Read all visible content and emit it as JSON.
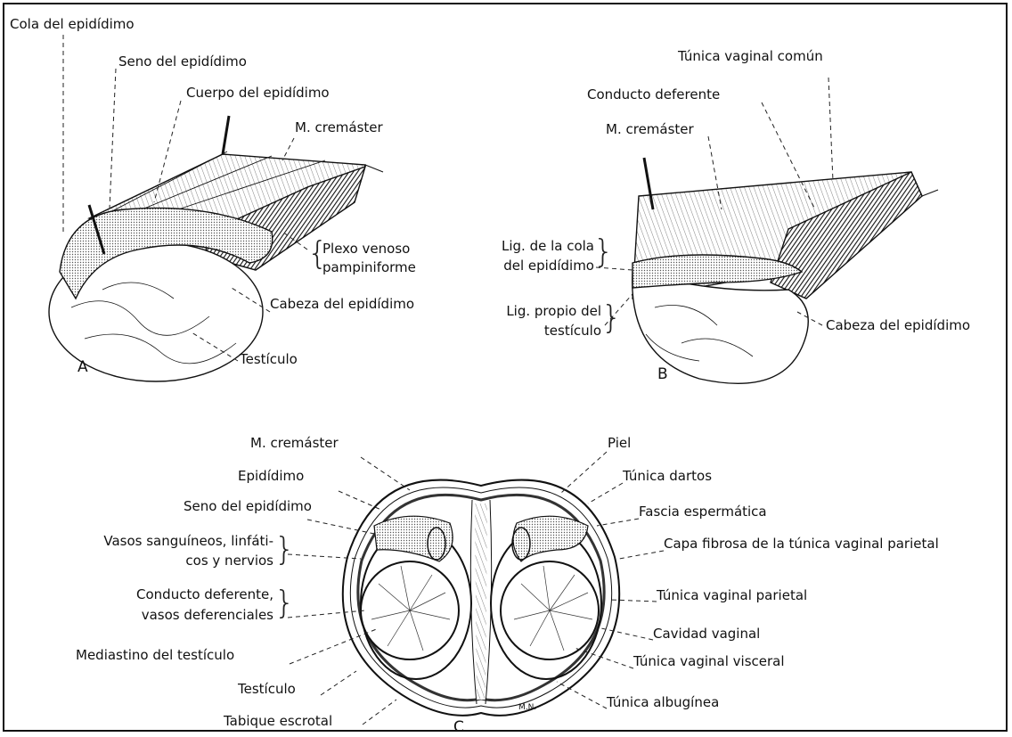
{
  "figure_a": {
    "letter": "A",
    "cola": "Cola del epidídimo",
    "seno": "Seno del epidídimo",
    "cuerpo": "Cuerpo del epidídimo",
    "cremaster": "M. cremáster",
    "plexo_1": "Plexo venoso",
    "plexo_2": "pampiniforme",
    "cabeza": "Cabeza del epidídimo",
    "testiculo": "Testículo"
  },
  "figure_b": {
    "letter": "B",
    "tunica_comun": "Túnica vaginal común",
    "conducto": "Conducto deferente",
    "cremaster": "M. cremáster",
    "lig_cola_1": "Lig. de la cola",
    "lig_cola_2": "del epidídimo",
    "lig_propio_1": "Lig. propio del",
    "lig_propio_2": "testículo",
    "cabeza": "Cabeza del epidídimo"
  },
  "figure_c": {
    "letter": "C",
    "signature": "M.N.",
    "cremaster": "M. cremáster",
    "epididimo": "Epidídimo",
    "seno": "Seno del epidídimo",
    "vasos_1": "Vasos sanguíneos, linfáti-",
    "vasos_2": "cos y nervios",
    "conducto_1": "Conducto deferente,",
    "conducto_2": "vasos deferenciales",
    "mediastino": "Mediastino del testículo",
    "testiculo": "Testículo",
    "tabique": "Tabique escrotal",
    "piel": "Piel",
    "dartos": "Túnica dartos",
    "fascia": "Fascia espermática",
    "capa_fibrosa": "Capa fibrosa de la túnica vaginal parietal",
    "vaginal_parietal": "Túnica vaginal parietal",
    "cavidad": "Cavidad vaginal",
    "vaginal_visceral": "Túnica vaginal visceral",
    "albuginea": "Túnica albugínea"
  }
}
